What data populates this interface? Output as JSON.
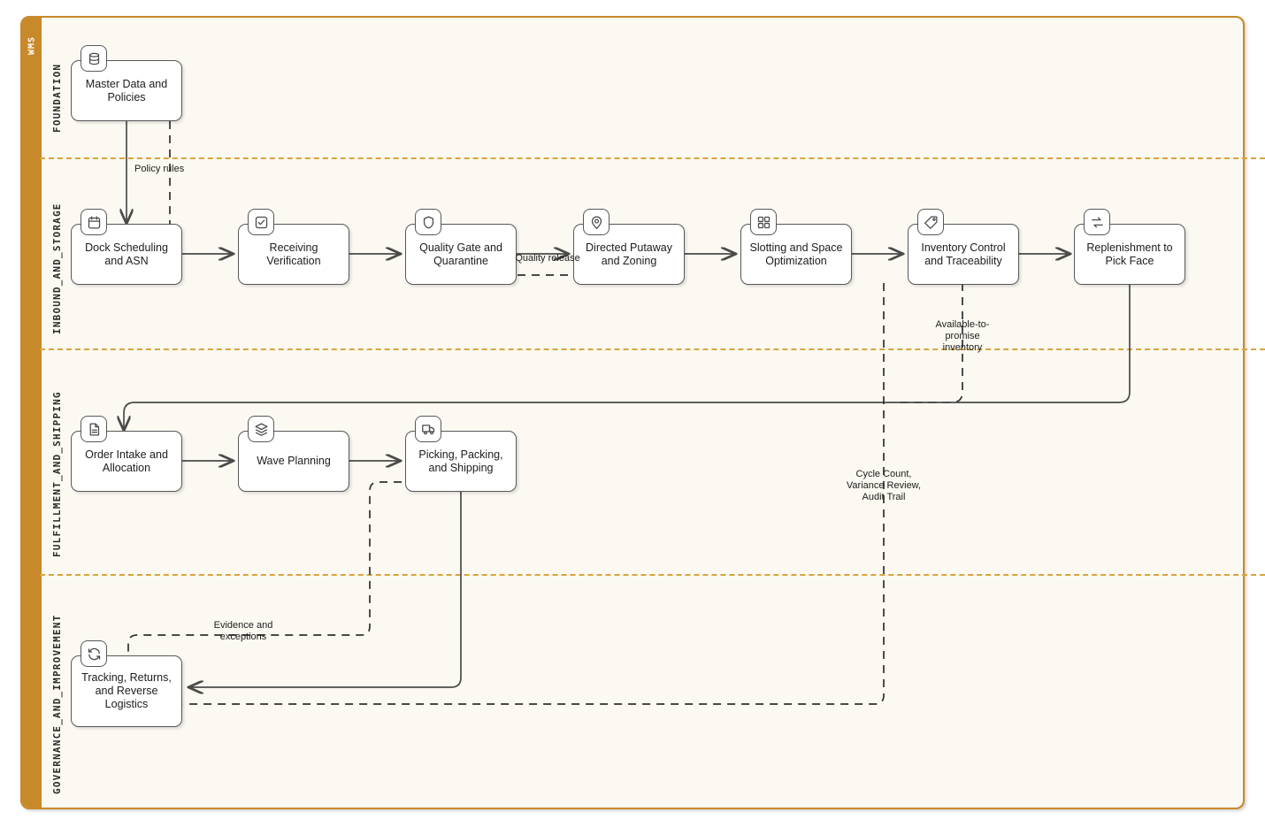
{
  "pool": {
    "name": "WMS"
  },
  "lanes": [
    {
      "id": "foundation",
      "label": "FOUNDATION"
    },
    {
      "id": "inbound",
      "label": "INBOUND_AND_STORAGE"
    },
    {
      "id": "fulfillment",
      "label": "FULFILLMENT_AND_SHIPPING"
    },
    {
      "id": "governance",
      "label": "GOVERNANCE_AND_IMPROVEMENT"
    }
  ],
  "nodes": [
    {
      "id": "master-data",
      "label": "Master Data and\nPolicies",
      "icon": "database-icon"
    },
    {
      "id": "dock-scheduling",
      "label": "Dock Scheduling\nand ASN",
      "icon": "calendar-icon"
    },
    {
      "id": "receiving",
      "label": "Receiving\nVerification",
      "icon": "check-square-icon"
    },
    {
      "id": "quality-gate",
      "label": "Quality Gate and\nQuarantine",
      "icon": "shield-icon"
    },
    {
      "id": "putaway",
      "label": "Directed Putaway\nand Zoning",
      "icon": "map-pin-icon"
    },
    {
      "id": "slotting",
      "label": "Slotting and Space\nOptimization",
      "icon": "grid-icon"
    },
    {
      "id": "inventory",
      "label": "Inventory Control\nand Traceability",
      "icon": "tag-icon"
    },
    {
      "id": "replenishment",
      "label": "Replenishment to\nPick Face",
      "icon": "swap-icon"
    },
    {
      "id": "order-intake",
      "label": "Order Intake and\nAllocation",
      "icon": "document-icon"
    },
    {
      "id": "wave-planning",
      "label": "Wave Planning",
      "icon": "layers-icon"
    },
    {
      "id": "picking",
      "label": "Picking, Packing,\nand Shipping",
      "icon": "truck-icon"
    },
    {
      "id": "tracking",
      "label": "Tracking, Returns,\nand Reverse\nLogistics",
      "icon": "refresh-icon"
    }
  ],
  "edge_labels": [
    {
      "id": "policy-rules",
      "text": "Policy rules"
    },
    {
      "id": "quality-release",
      "text": "Quality release"
    },
    {
      "id": "atp-inventory",
      "text": "Available-to-\npromise\ninventory"
    },
    {
      "id": "cycle-count",
      "text": "Cycle Count,\nVariance Review,\nAudit Trail"
    },
    {
      "id": "evidence",
      "text": "Evidence and\nexceptions"
    }
  ],
  "colors": {
    "pool_accent": "#c8892a",
    "lane_divider": "#d9a441",
    "canvas": "#fbf9f1",
    "node_border": "#57585a",
    "edge": "#4a4a4a"
  }
}
